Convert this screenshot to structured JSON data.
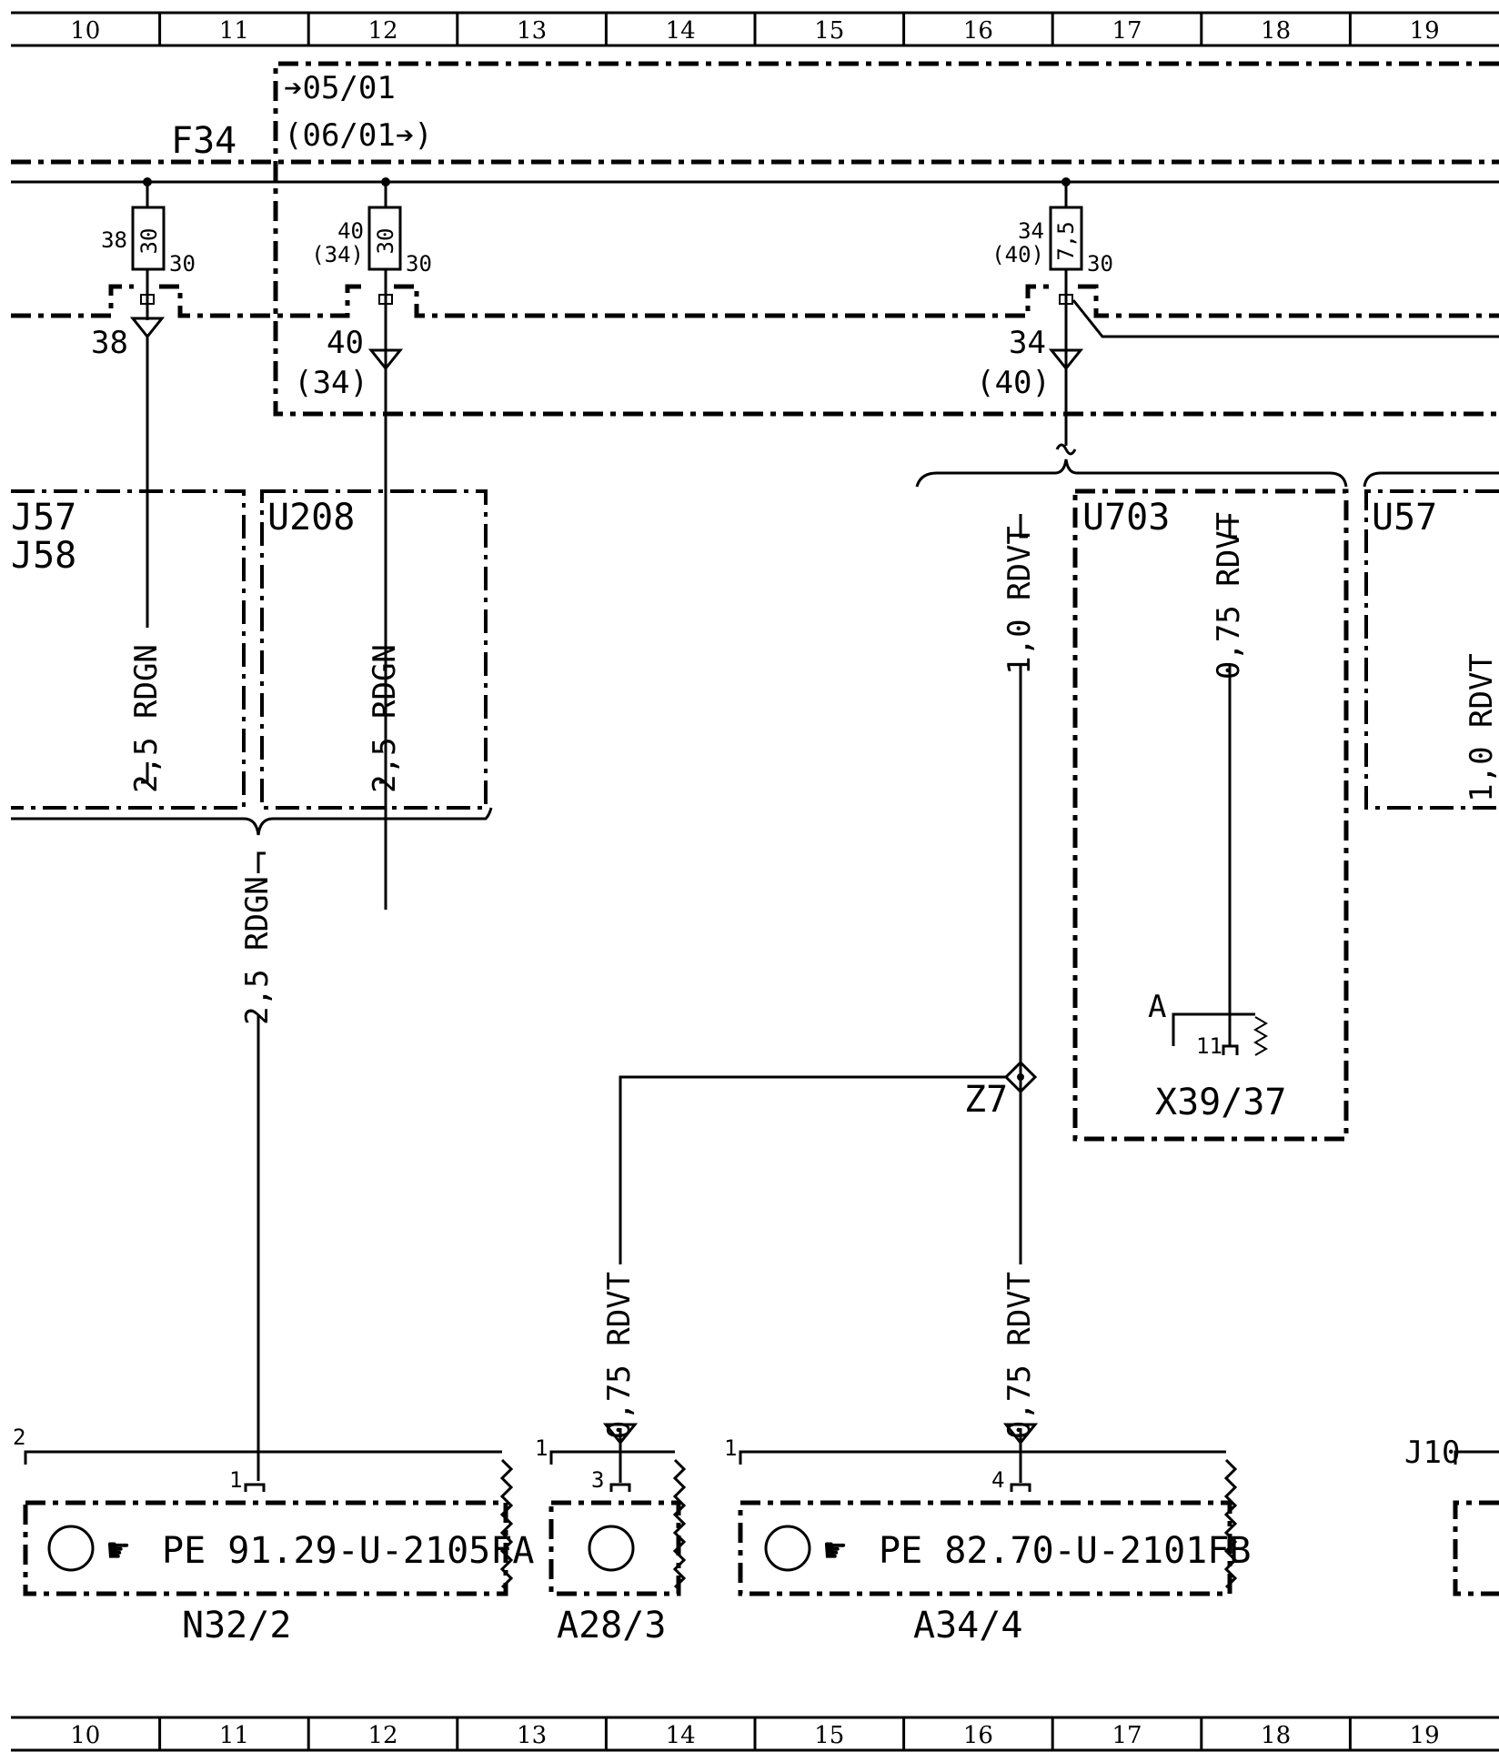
{
  "ruler": {
    "columns": [
      "10",
      "11",
      "12",
      "13",
      "14",
      "15",
      "16",
      "17",
      "18",
      "19"
    ]
  },
  "header": {
    "date_from": "➔05/01",
    "date_to": "(06/01➔)",
    "bus_label": "F34"
  },
  "fuses": [
    {
      "id": "f1",
      "num": "38",
      "alt": "",
      "rating": "30",
      "pin": "30",
      "conn": "38",
      "conn_alt": ""
    },
    {
      "id": "f2",
      "num": "40",
      "alt": "(34)",
      "rating": "30",
      "pin": "30",
      "conn": "40",
      "conn_alt": "(34)"
    },
    {
      "id": "f3",
      "num": "34",
      "alt": "(40)",
      "rating": "7,5",
      "pin": "30",
      "conn": "34",
      "conn_alt": "(40)"
    }
  ],
  "options": [
    {
      "id": "j57",
      "label": "J57\nJ58",
      "wire": "2,5 RDGN"
    },
    {
      "id": "u208",
      "label": "U208",
      "wire": "2,5 RDGN"
    },
    {
      "id": "u703",
      "label": "U703",
      "wire": "0,75 RDVT"
    },
    {
      "id": "u57",
      "label": "U57",
      "wire": "1,0 RDVT"
    }
  ],
  "wires": {
    "merged": "2,5 RDGN",
    "main_16": "1,0 RDVT",
    "to_a28": "0,75 RDVT",
    "to_a34": "0,75 RDVT"
  },
  "splice": "Z7",
  "connector_x39": {
    "name": "X39/37",
    "letter": "A",
    "pin": "11"
  },
  "components": [
    {
      "id": "n32",
      "name": "N32/2",
      "pin": "1",
      "corner": "2",
      "ref": "PE 91.29-U-2105FA"
    },
    {
      "id": "a28",
      "name": "A28/3",
      "pin": "3",
      "corner": "1",
      "ref": ""
    },
    {
      "id": "a34",
      "name": "A34/4",
      "pin": "4",
      "corner": "1",
      "ref": "PE 82.70-U-2101FB"
    },
    {
      "id": "j10",
      "name": "",
      "pin": "",
      "corner": "J10",
      "ref": ""
    }
  ],
  "colors": {
    "ink": "#000000",
    "paper": "#ffffff"
  }
}
